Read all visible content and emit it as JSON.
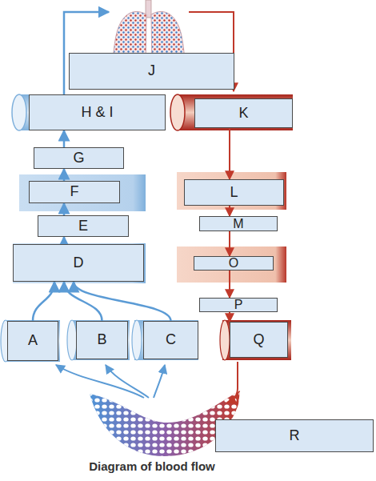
{
  "diagram": {
    "caption": "Diagram of blood flow",
    "nodes": [
      {
        "text": [
          "J"
        ]
      },
      {
        "text": [
          "H & I"
        ]
      },
      {
        "text": [
          "K"
        ]
      },
      {
        "text": [
          "G"
        ]
      },
      {
        "text": [
          "F"
        ]
      },
      {
        "text": [
          "L"
        ]
      },
      {
        "text": [
          "E"
        ]
      },
      {
        "text": [
          "M"
        ]
      },
      {
        "text": [
          "D"
        ]
      },
      {
        "text": [
          "O"
        ]
      },
      {
        "text": [
          "P"
        ]
      },
      {
        "text": [
          "A"
        ]
      },
      {
        "text": [
          "B"
        ]
      },
      {
        "text": [
          "C"
        ]
      },
      {
        "text": [
          "Q"
        ]
      },
      {
        "text": [
          "R"
        ]
      }
    ],
    "edges": [
      {
        "from": 11,
        "to": 8,
        "arrow": "to"
      },
      {
        "from": 12,
        "to": 8,
        "arrow": "to"
      },
      {
        "from": 13,
        "to": 8,
        "arrow": "to"
      },
      {
        "from": 8,
        "to": 6,
        "arrow": "to"
      },
      {
        "from": 6,
        "to": 4,
        "arrow": "to"
      },
      {
        "from": 4,
        "to": 3,
        "arrow": "to"
      },
      {
        "from": 3,
        "to": 1,
        "arrow": "to"
      },
      {
        "from": 2,
        "to": 5,
        "arrow": "to"
      },
      {
        "from": 5,
        "to": 7,
        "arrow": "to"
      },
      {
        "from": 7,
        "to": 9,
        "arrow": "to"
      },
      {
        "from": 9,
        "to": 10,
        "arrow": "to"
      },
      {
        "from": 10,
        "to": 14,
        "arrow": "to"
      }
    ]
  }
}
